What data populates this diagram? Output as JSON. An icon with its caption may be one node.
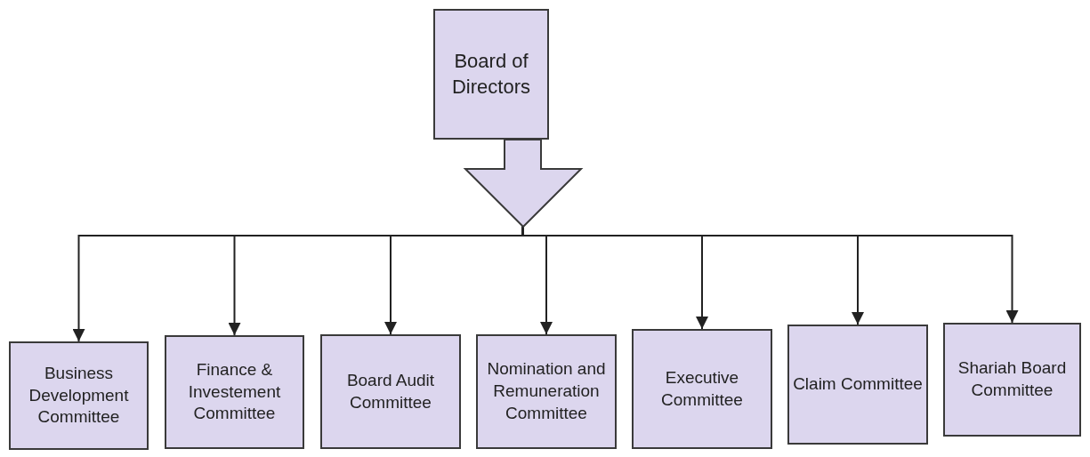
{
  "diagram": {
    "nodes": [
      {
        "text": [
          "Board of Directors"
        ]
      },
      {
        "text": [
          "Business Development Committee"
        ]
      },
      {
        "text": [
          "Finance & Investement Committee"
        ]
      },
      {
        "text": [
          "Board Audit Committee"
        ]
      },
      {
        "text": [
          "Nomination and Remuneration Committee"
        ]
      },
      {
        "text": [
          "Executive Committee"
        ]
      },
      {
        "text": [
          "Claim Committee"
        ]
      },
      {
        "text": [
          "Shariah Board Committee"
        ]
      }
    ],
    "edges": [
      {
        "from": 0,
        "to": 1,
        "arrow": "to"
      },
      {
        "from": 0,
        "to": 2,
        "arrow": "to"
      },
      {
        "from": 0,
        "to": 3,
        "arrow": "to"
      },
      {
        "from": 0,
        "to": 4,
        "arrow": "to"
      },
      {
        "from": 0,
        "to": 5,
        "arrow": "to"
      },
      {
        "from": 0,
        "to": 6,
        "arrow": "to"
      },
      {
        "from": 0,
        "to": 7,
        "arrow": "to"
      }
    ]
  }
}
